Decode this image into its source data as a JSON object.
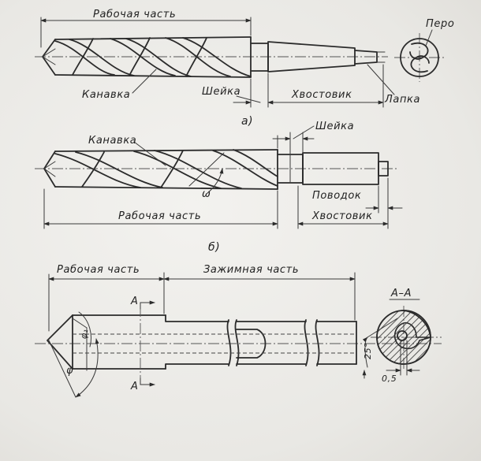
{
  "labels": {
    "working_part": "Рабочая часть",
    "groove": "Канавка",
    "neck": "Шейка",
    "shank": "Хвостовик",
    "tang": "Лапка",
    "land": "Перо",
    "drive": "Поводок",
    "clamping_part": "Зажимная часть",
    "section_name": "А–А",
    "section_mark": "А",
    "omega": "ω",
    "phi": "φ",
    "phi1": "φ₁",
    "angle_25": "25°",
    "dim_05": "0,5",
    "caption_a": "а)",
    "caption_b": "б)"
  }
}
